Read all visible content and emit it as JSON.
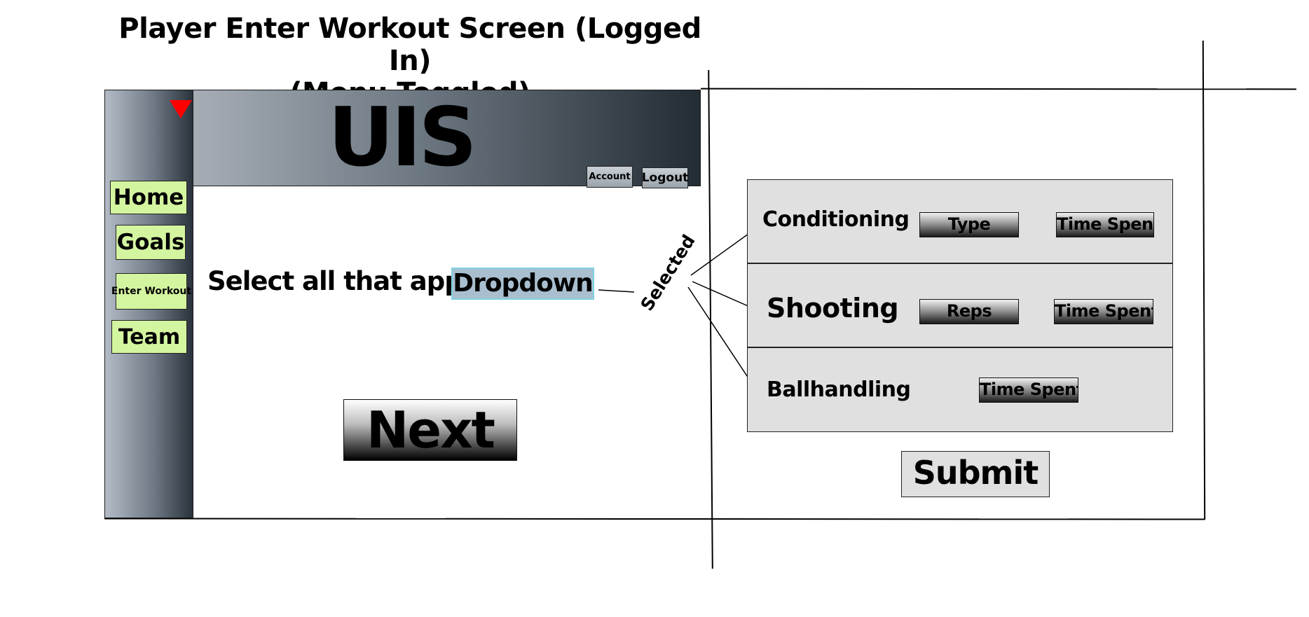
{
  "title": {
    "line1": "Player Enter Workout Screen (Logged In)",
    "line2": "(Menu Toggled)"
  },
  "sidebar": {
    "toggle_icon": "red-triangle-down",
    "items": [
      {
        "label": "Home"
      },
      {
        "label": "Goals"
      },
      {
        "label": "Enter Workout"
      },
      {
        "label": "Team"
      }
    ]
  },
  "header": {
    "logo": "UIS",
    "account_label": "Account",
    "logout_label": "Logout"
  },
  "main": {
    "select_label": "Select all that apply:",
    "dropdown_value": "Dropdown",
    "next_label": "Next",
    "selected_annotation": "Selected"
  },
  "workout_panel": {
    "rows": [
      {
        "category": "Conditioning",
        "fields": [
          "Type",
          "Time Spent"
        ]
      },
      {
        "category": "Shooting",
        "fields": [
          "Reps",
          "Time Spent"
        ]
      },
      {
        "category": "Ballhandling",
        "fields": [
          "Time Spent"
        ]
      }
    ],
    "submit_label": "Submit"
  },
  "colors": {
    "nav_button": "#d4f5a0",
    "toggle_icon": "#ff0000",
    "panel_bg": "#e0e0e0",
    "dropdown_bg": "#a9bfcf"
  }
}
